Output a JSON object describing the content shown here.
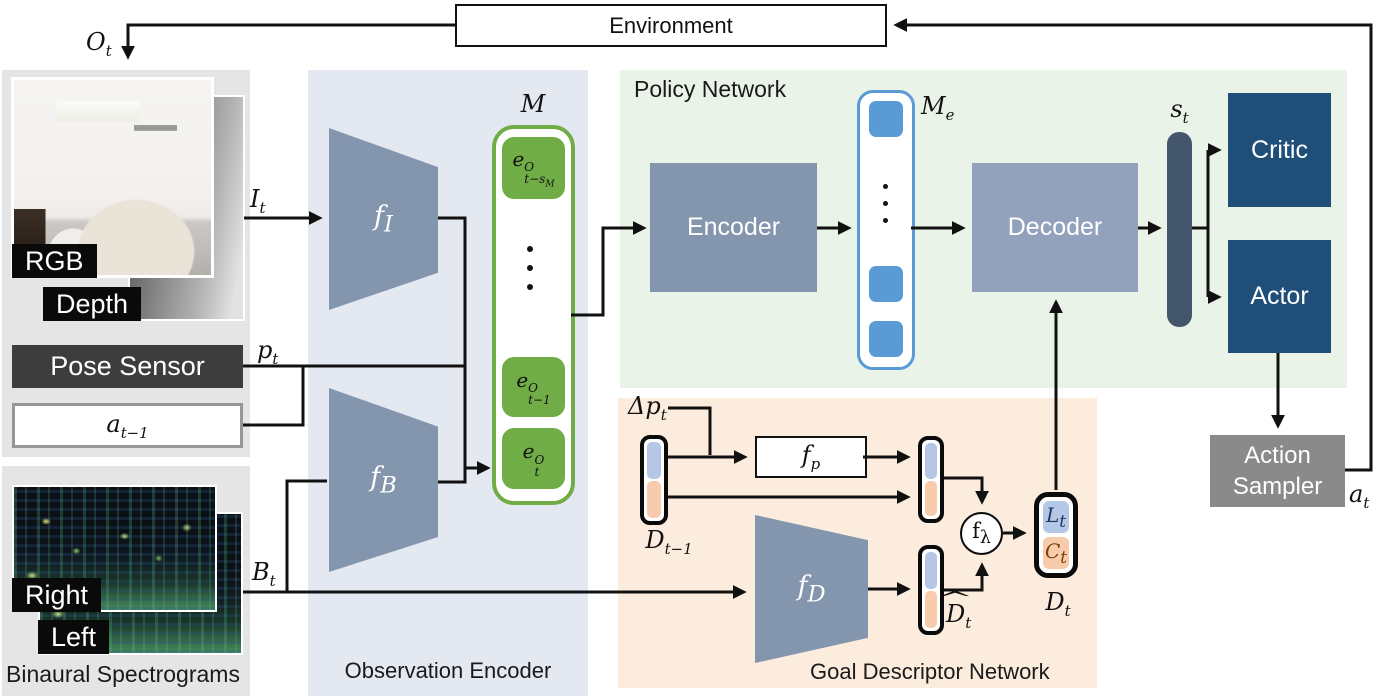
{
  "environment": {
    "label": "Environment"
  },
  "feedback": {
    "o_label": {
      "base": "O",
      "sub": "t"
    },
    "a_label": {
      "base": "a",
      "sub": "t"
    }
  },
  "sensors": {
    "rgb_tag": "RGB",
    "depth_tag": "Depth",
    "pose_label": "Pose Sensor",
    "prev_action": {
      "base": "a",
      "sub": "t−1"
    },
    "p_label": {
      "base": "p",
      "sub": "t"
    },
    "i_label": {
      "base": "I",
      "sub": "t"
    },
    "b_label": {
      "base": "B",
      "sub": "t"
    },
    "spectrogram_right_tag": "Right",
    "spectrogram_left_tag": "Left",
    "panel_caption": "Binaural Spectrograms"
  },
  "observation_encoder": {
    "panel_caption": "Observation Encoder",
    "f_visual": {
      "base": "f",
      "sub": "I"
    },
    "f_binaural": {
      "base": "f",
      "sub": "B"
    },
    "memory_label": "M",
    "memory_items": [
      {
        "base": "e",
        "sup": "O",
        "sub": "t−s",
        "subsub": "M"
      },
      {
        "base": "e",
        "sup": "O",
        "sub": "t−1"
      },
      {
        "base": "e",
        "sup": "O",
        "sub": "t"
      }
    ]
  },
  "policy_network": {
    "panel_caption": "Policy Network",
    "encoder_label": "Encoder",
    "decoder_label": "Decoder",
    "memory_label": {
      "base": "M",
      "sub": "e"
    },
    "state_label": {
      "base": "s",
      "sub": "t"
    },
    "critic_label": "Critic",
    "actor_label": "Actor"
  },
  "goal_network": {
    "panel_caption": "Goal Descriptor Network",
    "dp_label": {
      "base": "Δp",
      "sub": "t"
    },
    "d_prev": {
      "base": "D",
      "sub": "t−1"
    },
    "f_pose": {
      "base": "f",
      "sub": "p"
    },
    "f_descriptor": {
      "base": "f",
      "sub": "D"
    },
    "f_lambda": {
      "base": "f",
      "sub": "λ"
    },
    "d_hat": {
      "base": "D",
      "sub": "t",
      "hat": "^"
    },
    "l_label": {
      "base": "L",
      "sub": "t"
    },
    "c_label": {
      "base": "C",
      "sub": "t"
    },
    "d_out": {
      "base": "D",
      "sub": "t"
    }
  },
  "action_sampler": {
    "label": "Action Sampler"
  },
  "colors": {
    "memory_green": "#70ad47",
    "memory_blue": "#5b9bd5",
    "dark_blue": "#1f4e79",
    "steel": "#8496ae",
    "steel_light": "#92a2bd",
    "slate": "#44566c",
    "pill_blue": "#b4c7e7",
    "pill_orange": "#f8cbad",
    "lt_text": "#1f3864",
    "ct_text": "#7b3f00",
    "panel_obs": "#e4e8f0",
    "panel_policy": "#eaf3e8",
    "panel_goal": "#fcecdd",
    "panel_gray": "#e5e5e5",
    "sampler_gray": "#8a8a8a",
    "pose_dark": "#3d3d3d",
    "wire": "#111111"
  }
}
